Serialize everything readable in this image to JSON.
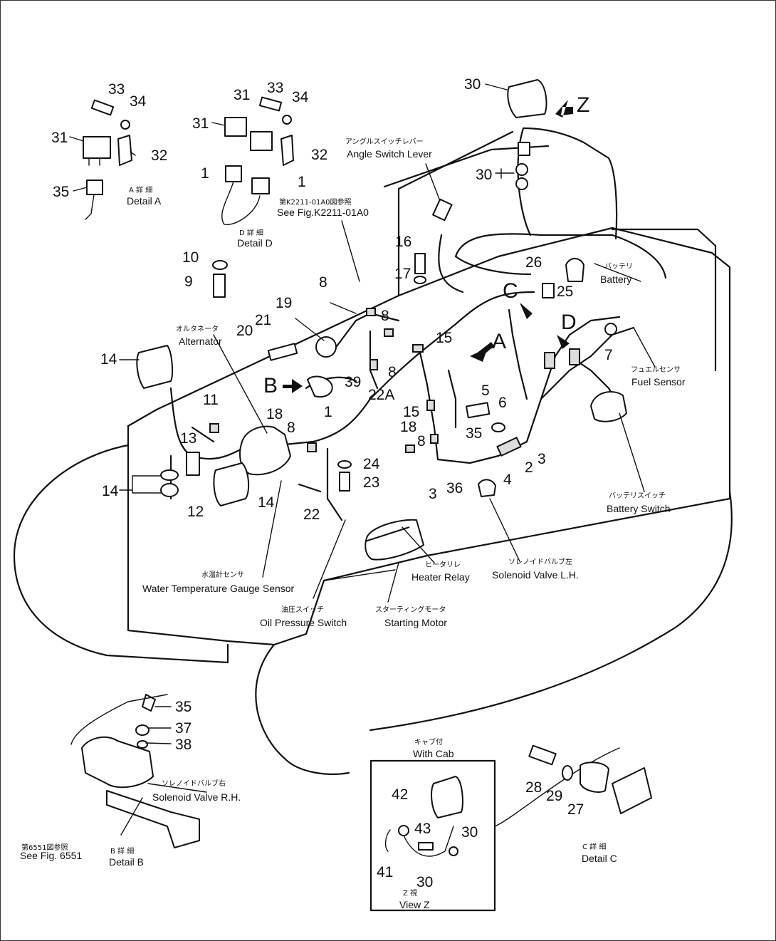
{
  "views": {
    "A": {
      "letter": "A",
      "jp": "A 詳 細",
      "en": "Detail A"
    },
    "B": {
      "letter": "B",
      "jp": "B 詳 細",
      "en": "Detail B"
    },
    "C": {
      "letter": "C",
      "jp": "C 詳 細",
      "en": "Detail C"
    },
    "D": {
      "letter": "D",
      "jp": "D 詳 細",
      "en": "Detail D"
    },
    "Z": {
      "letter": "Z",
      "jp": "Z 視",
      "en": "View Z"
    }
  },
  "labels": {
    "angle_switch_lever": {
      "jp": "アングルスイッチレバー",
      "en": "Angle Switch Lever"
    },
    "see_fig_k2211": {
      "jp": "第K2211-01A0図参照",
      "en": "See Fig.K2211-01A0"
    },
    "alternator": {
      "jp": "オルタネータ",
      "en": "Alternator"
    },
    "battery": {
      "jp": "バッテリ",
      "en": "Battery"
    },
    "fuel_sensor": {
      "jp": "フュエルセンサ",
      "en": "Fuel Sensor"
    },
    "battery_switch": {
      "jp": "バッテリスイッチ",
      "en": "Battery Switch"
    },
    "heater_relay": {
      "jp": "ヒータリレ",
      "en": "Heater Relay"
    },
    "solenoid_valve_lh": {
      "jp": "ソレノイドバルブ左",
      "en": "Solenoid Valve L.H."
    },
    "water_temp_sensor": {
      "jp": "水温計センサ",
      "en": "Water Temperature Gauge Sensor"
    },
    "oil_pressure_switch": {
      "jp": "油圧スイッチ",
      "en": "Oil Pressure Switch"
    },
    "starting_motor": {
      "jp": "スターティングモータ",
      "en": "Starting Motor"
    },
    "with_cab": {
      "jp": "キャブ付",
      "en": "With Cab"
    },
    "solenoid_valve_rh": {
      "jp": "ソレノイドバルブ右",
      "en": "Solenoid Valve R.H."
    },
    "see_fig_6551": {
      "jp": "第6551図参照",
      "en": "See Fig. 6551"
    }
  },
  "part_numbers": {
    "n1": "1",
    "n2": "2",
    "n3": "3",
    "n4": "4",
    "n5": "5",
    "n6": "6",
    "n7": "7",
    "n8": "8",
    "n9": "9",
    "n10": "10",
    "n11": "11",
    "n12": "12",
    "n13": "13",
    "n14": "14",
    "n15": "15",
    "n16": "16",
    "n17": "17",
    "n18": "18",
    "n19": "19",
    "n20": "20",
    "n21": "21",
    "n22": "22",
    "n22a": "22A",
    "n23": "23",
    "n24": "24",
    "n25": "25",
    "n26": "26",
    "n27": "27",
    "n28": "28",
    "n29": "29",
    "n30": "30",
    "n31": "31",
    "n32": "32",
    "n33": "33",
    "n34": "34",
    "n35": "35",
    "n36": "36",
    "n37": "37",
    "n38": "38",
    "n39": "39",
    "n41": "41",
    "n42": "42",
    "n43": "43"
  }
}
